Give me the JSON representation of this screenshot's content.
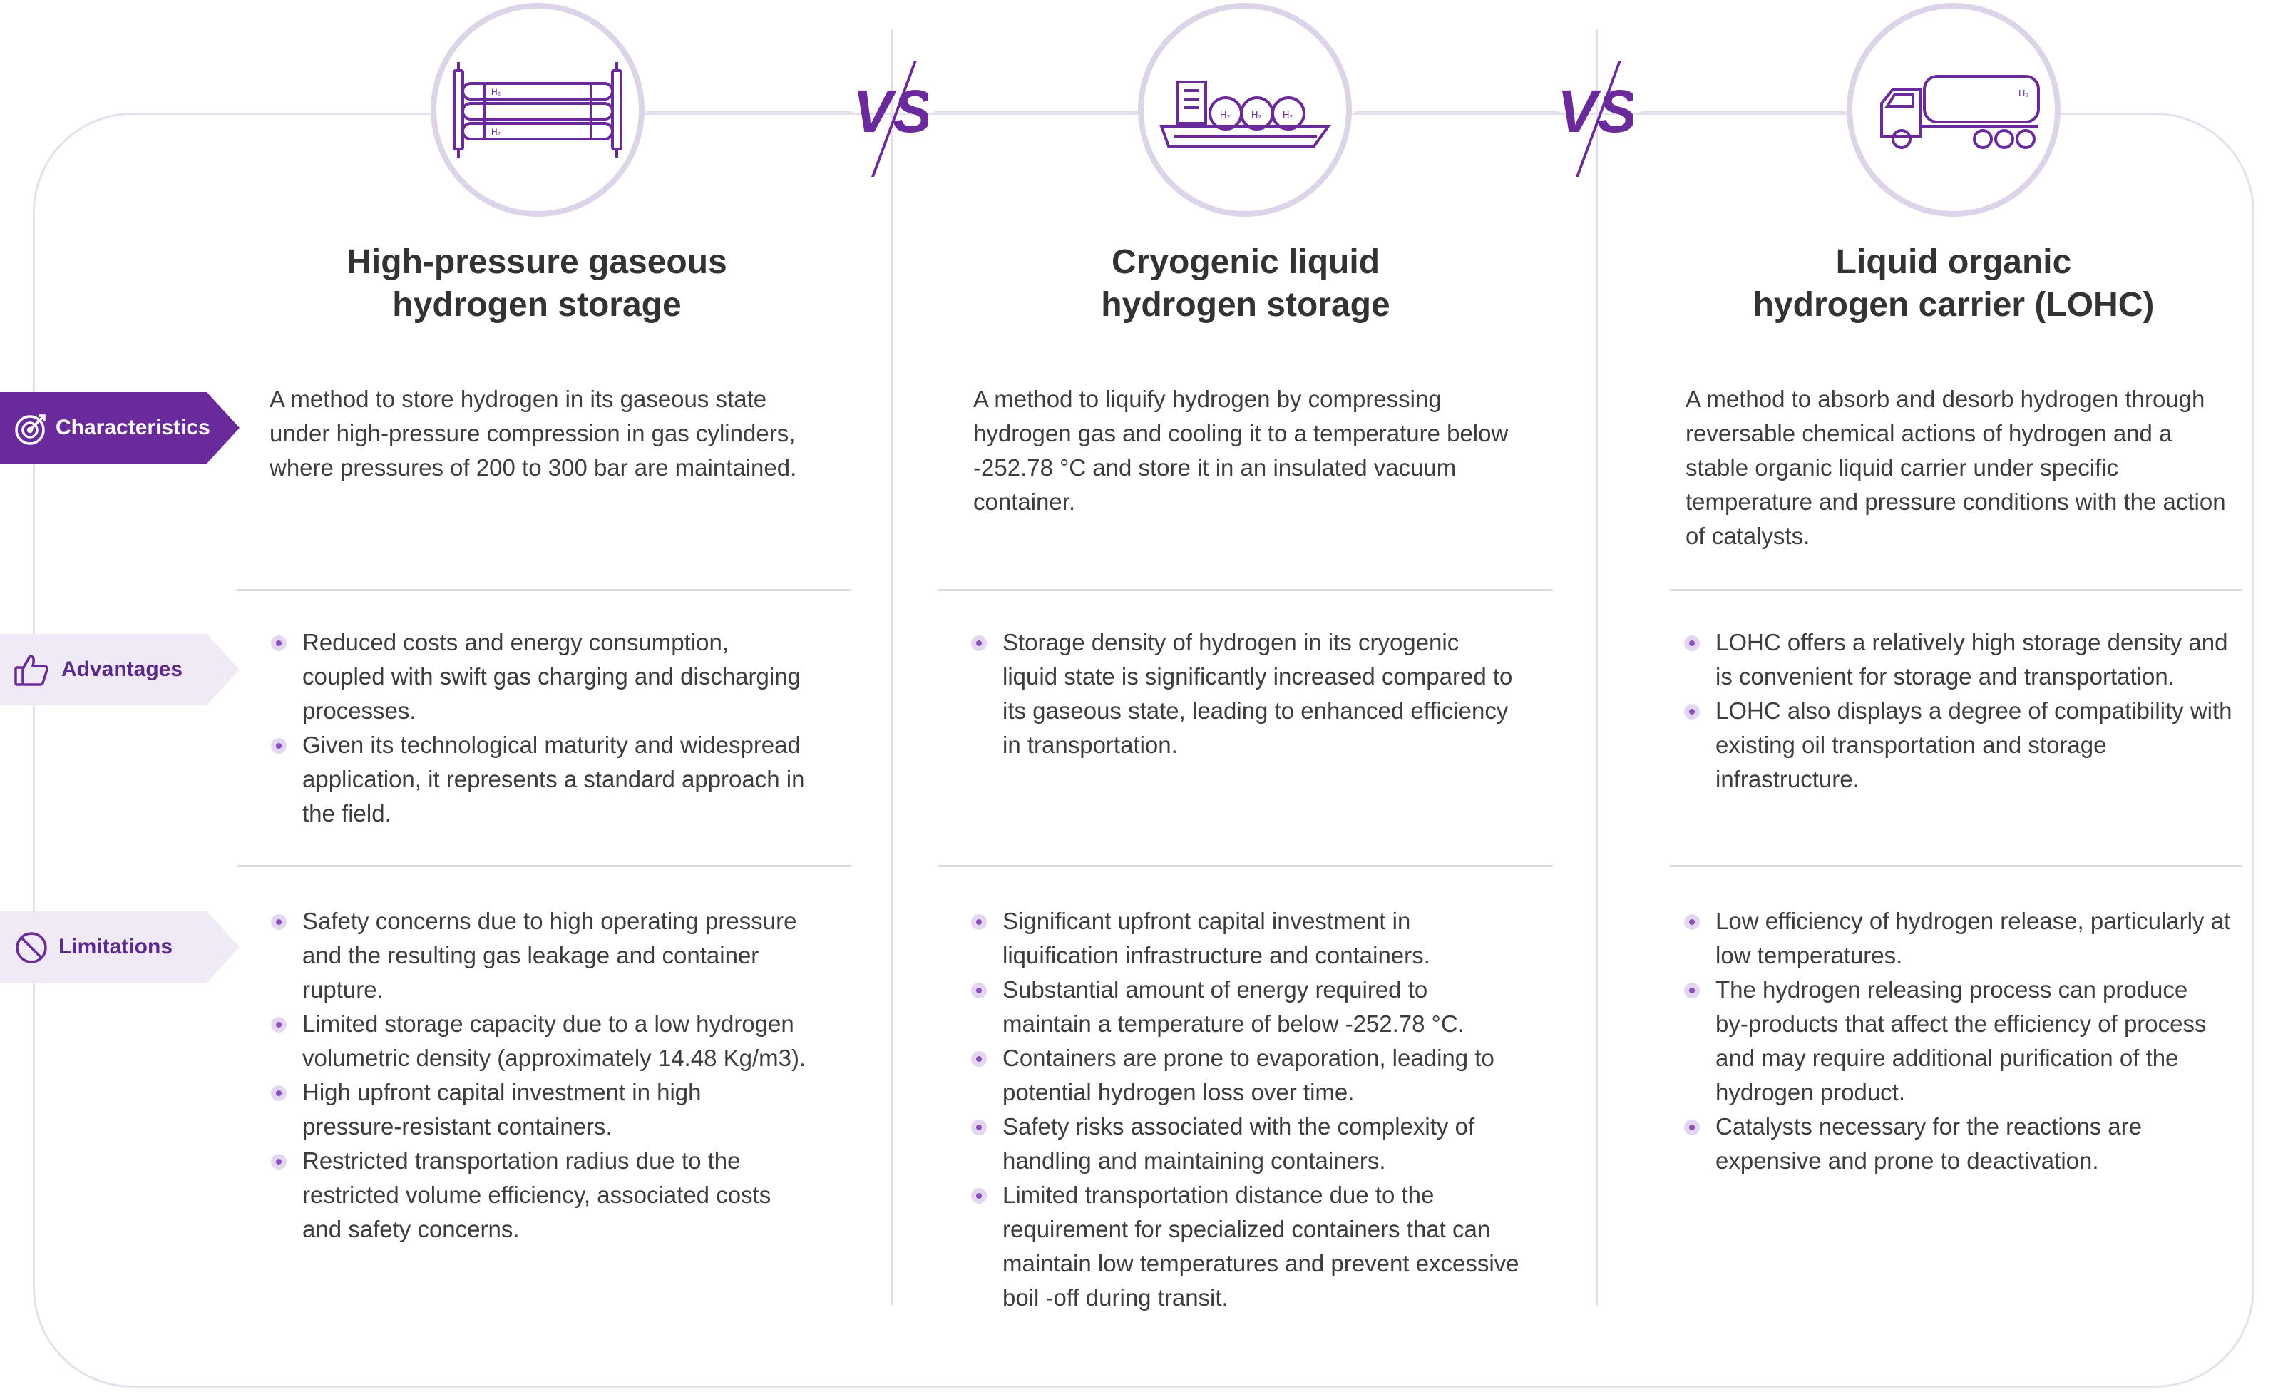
{
  "colors": {
    "accent": "#6b2a9c",
    "accent_light": "#efeaf6",
    "accent_label_text": "#5b2a8a",
    "circle_border": "#ddd4ea",
    "divider": "#dcdcdc"
  },
  "columns": [
    {
      "icon": "gas-cylinder-rack-icon",
      "title_line1": "High-pressure gaseous",
      "title_line2": "hydrogen storage",
      "characteristics": [
        "A method to store hydrogen in its gaseous state",
        "under high-pressure compression in gas cylinders,",
        "where pressures of 200 to 300 bar are maintained."
      ],
      "advantages": [
        [
          "Reduced costs and energy consumption,",
          "coupled with swift gas charging and discharging",
          "processes."
        ],
        [
          "Given its technological maturity and widespread",
          "application, it represents a standard approach in",
          "the field."
        ]
      ],
      "limitations": [
        [
          "Safety concerns due to high operating pressure",
          "and the resulting gas leakage and container",
          "rupture."
        ],
        [
          "Limited storage capacity due to a low hydrogen",
          "volumetric density (approximately 14.48 Kg/m3)."
        ],
        [
          "High upfront capital investment in high",
          "pressure-resistant containers."
        ],
        [
          "Restricted transportation radius due to the",
          "restricted volume efficiency, associated costs",
          "and safety concerns."
        ]
      ]
    },
    {
      "icon": "tanker-ship-icon",
      "title_line1": "Cryogenic liquid",
      "title_line2": "hydrogen storage",
      "characteristics": [
        "A method to liquify hydrogen by compressing",
        "hydrogen gas and cooling it to a temperature below",
        "-252.78 °C and store it in an insulated vacuum",
        "container."
      ],
      "advantages": [
        [
          "Storage density of hydrogen in its cryogenic",
          "liquid state is significantly increased compared to",
          "its gaseous state, leading to enhanced efficiency",
          "in transportation."
        ]
      ],
      "limitations": [
        [
          "Significant upfront capital investment in",
          "liquification infrastructure and containers."
        ],
        [
          "Substantial amount of energy required to",
          "maintain a temperature of below -252.78 °C."
        ],
        [
          "Containers are prone to evaporation, leading to",
          "potential hydrogen loss over time."
        ],
        [
          "Safety risks associated with the complexity of",
          "handling and maintaining containers."
        ],
        [
          "Limited transportation distance due to the",
          "requirement for specialized containers that can",
          "maintain low temperatures and prevent excessive",
          "boil -off during transit."
        ]
      ]
    },
    {
      "icon": "tanker-truck-icon",
      "title_line1": "Liquid organic",
      "title_line2": "hydrogen carrier (LOHC)",
      "characteristics": [
        "A method to absorb and desorb hydrogen through",
        "reversable chemical actions of hydrogen and a",
        "stable organic liquid carrier under specific",
        "temperature and pressure conditions with the action",
        "of catalysts."
      ],
      "advantages": [
        [
          "LOHC offers a relatively high storage density and",
          "is convenient for storage and transportation."
        ],
        [
          "LOHC also displays a degree of compatibility with",
          "existing oil transportation and storage",
          "infrastructure."
        ]
      ],
      "limitations": [
        [
          "Low efficiency of hydrogen release, particularly at",
          "low temperatures."
        ],
        [
          "The hydrogen releasing process can produce",
          "by-products that affect the efficiency of process",
          "and may require additional purification of the",
          "hydrogen product."
        ],
        [
          "Catalysts necessary for the reactions are",
          "expensive and prone to deactivation."
        ]
      ]
    }
  ],
  "row_labels": {
    "characteristics": {
      "label": "Characteristics",
      "icon": "target-icon"
    },
    "advantages": {
      "label": "Advantages",
      "icon": "thumbs-up-icon"
    },
    "limitations": {
      "label": "Limitations",
      "icon": "prohibited-icon"
    }
  },
  "vs_label": "VS",
  "icon_labels": {
    "h2": "H₂"
  }
}
